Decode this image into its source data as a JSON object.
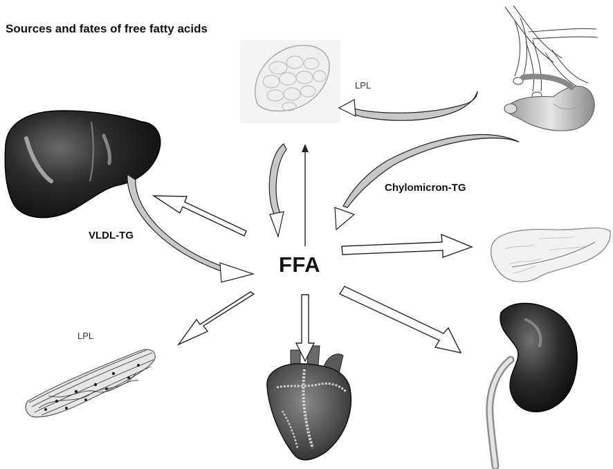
{
  "title": "Sources and fates of free fatty acids",
  "center_label": "FFA",
  "labels": {
    "vldl": "VLDL-TG",
    "chylomicron": "Chylomicron-TG",
    "lpl_adipose": "LPL",
    "lpl_muscle": "LPL"
  },
  "organs": [
    "liver-illustration",
    "adipose-tissue-illustration",
    "intestine-and-vessels-illustration",
    "pancreas-illustration",
    "kidney-illustration",
    "heart-illustration",
    "skeletal-muscle-illustration"
  ],
  "colors": {
    "arrow_stroke": "#222222",
    "curved_arrow_fill": "#c8c8c8",
    "organ_dark": "#1e1e1e",
    "organ_light": "#d8d8d8"
  }
}
